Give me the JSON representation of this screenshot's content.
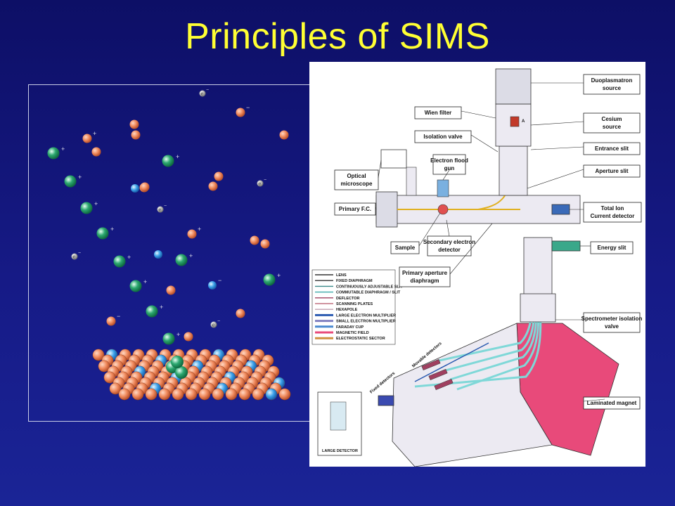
{
  "slide": {
    "title": "Principles of SIMS"
  },
  "colors": {
    "background": "#141880",
    "title": "#ffff33",
    "matrix_atom": "#f08a5d",
    "dopant_atom": "#3aa0e8",
    "primary_ion": "#2ca870",
    "electron": "#d0d0d0",
    "beam": "#7fd8d8",
    "magnet": "#e84a7a"
  },
  "sputter": {
    "positive_sign": "+",
    "negative_sign": "−",
    "electron_symbol": "e",
    "electron_charge": "−"
  },
  "instrument": {
    "callouts": {
      "duoplasmatron": "Duoplasmatron source",
      "cesium": "Cesium source",
      "wien": "Wien filter",
      "isolation": "Isolation valve",
      "entrance_slit": "Entrance slit",
      "aperture_slit": "Aperture slit",
      "electron_gun": "Electron flood gun",
      "optical": "Optical microscope",
      "primary_fc": "Primary F.C.",
      "total_ion": "Total Ion Current detector",
      "sample": "Sample",
      "secondary_detector": "Secondary electron detector",
      "energy_slit": "Energy slit",
      "primary_aperture": "Primary aperture diaphragm",
      "spectrometer_valve": "Spectrometer isolation valve",
      "laminated_magnet": "Laminated magnet"
    },
    "wien_mark": "A",
    "movable_detectors": "Movable detectors",
    "fixed_detectors": "Fixed detectors",
    "inset_label": "LARGE DETECTOR",
    "legend": [
      "LENS",
      "FIXED DIAPHRAGM",
      "CONTINUOUSLY ADJUSTABLE SLIT",
      "COMMUTABLE DIAPHRAGM / SLIT",
      "DEFLECTOR",
      "SCANNING PLATES",
      "HEXAPOLE",
      "LARGE ELECTRON MULTIPLIER",
      "SMALL ELECTRON MULTIPLIER",
      "FARADAY CUP",
      "MAGNETIC FIELD",
      "ELECTROSTATIC SECTOR"
    ]
  }
}
